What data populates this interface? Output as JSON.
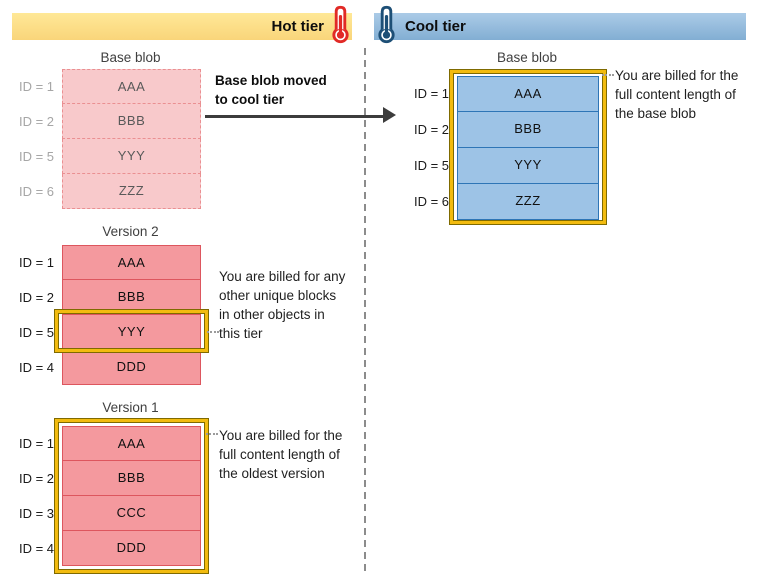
{
  "header": {
    "hot_label": "Hot tier",
    "cool_label": "Cool tier"
  },
  "colors": {
    "hot_bar": "#fbdb80",
    "cool_bar": "#94bbde",
    "hot_thermometer": "#e12a26",
    "cool_thermometer": "#1d4f76",
    "faded_block_fill": "#f8c9cb",
    "faded_block_border": "#ea8f91",
    "pink_block_fill": "#f4999e",
    "pink_block_border": "#dd565e",
    "blue_block_fill": "#9dc3e6",
    "blue_block_border": "#2e75b6",
    "billing_highlight_gold": "#f2bb0f"
  },
  "hot_tier": {
    "base_blob": {
      "title": "Base blob",
      "rows": [
        {
          "id": "ID = 1",
          "block": "AAA"
        },
        {
          "id": "ID = 2",
          "block": "BBB"
        },
        {
          "id": "ID = 5",
          "block": "YYY"
        },
        {
          "id": "ID = 6",
          "block": "ZZZ"
        }
      ]
    },
    "move_note": "Base blob moved to cool tier",
    "version_2": {
      "title": "Version 2",
      "rows": [
        {
          "id": "ID = 1",
          "block": "AAA"
        },
        {
          "id": "ID = 2",
          "block": "BBB"
        },
        {
          "id": "ID = 5",
          "block": "YYY"
        },
        {
          "id": "ID = 4",
          "block": "DDD"
        }
      ],
      "highlighted_block": "YYY",
      "annotation": "You are billed for any other unique blocks in other objects in this tier"
    },
    "version_1": {
      "title": "Version 1",
      "rows": [
        {
          "id": "ID = 1",
          "block": "AAA"
        },
        {
          "id": "ID = 2",
          "block": "BBB"
        },
        {
          "id": "ID = 3",
          "block": "CCC"
        },
        {
          "id": "ID = 4",
          "block": "DDD"
        }
      ],
      "annotation": "You are billed for the full content length of the oldest version"
    }
  },
  "cool_tier": {
    "base_blob": {
      "title": "Base blob",
      "rows": [
        {
          "id": "ID = 1",
          "block": "AAA"
        },
        {
          "id": "ID = 2",
          "block": "BBB"
        },
        {
          "id": "ID = 5",
          "block": "YYY"
        },
        {
          "id": "ID = 6",
          "block": "ZZZ"
        }
      ],
      "annotation": "You are billed for the full content length of the base blob"
    }
  }
}
